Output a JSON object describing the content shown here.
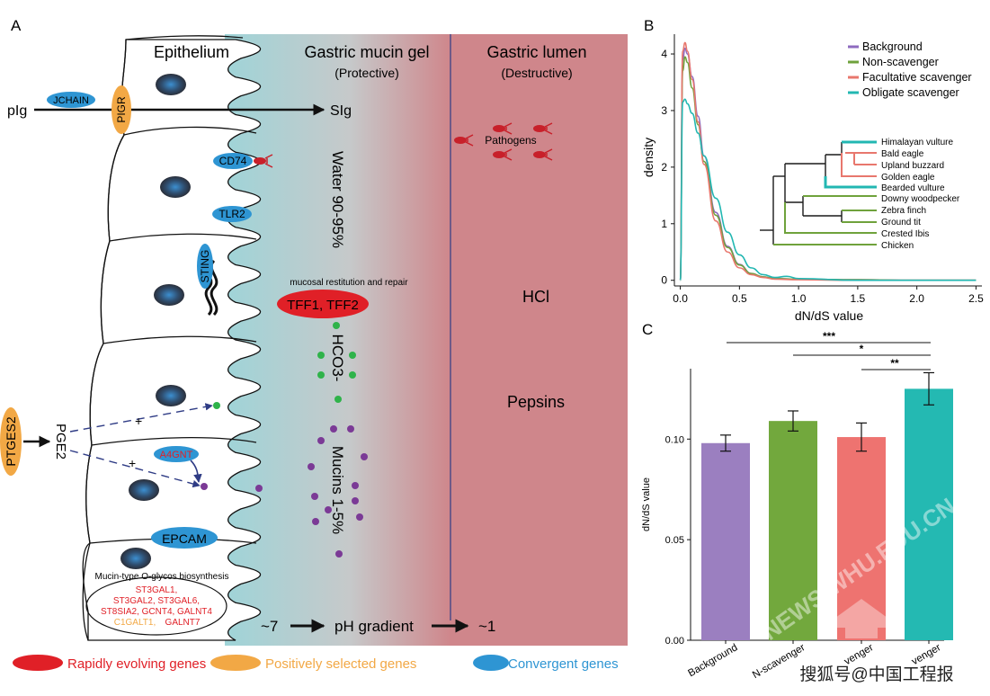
{
  "panelA": {
    "letter": "A",
    "headers": {
      "epithelium": "Epithelium",
      "mucin_title": "Gastric mucin gel",
      "mucin_sub": "(Protective)",
      "lumen_title": "Gastric lumen",
      "lumen_sub": "(Destructive)"
    },
    "genes": {
      "jchain": "JCHAIN",
      "pigr": "PIGR",
      "cd74": "CD74",
      "tlr2": "TLR2",
      "sting": "STING",
      "tff": "TFF1, TFF2",
      "ptges2": "PTGES2",
      "a4gnt": "A4GNT",
      "epcam": "EPCAM"
    },
    "labels": {
      "pig": "pIg",
      "sig": "SIg",
      "pathogens": "Pathogens",
      "water": "Water 90-95%",
      "restitution": "mucosal restitution and repair",
      "hco3": "HCO3-",
      "mucins": "Mucins 1-5%",
      "hcl": "HCl",
      "pepsins": "Pepsins",
      "pge2": "PGE2",
      "plus1": "+",
      "plus2": "+",
      "ph_left": "~7",
      "ph_mid": "pH gradient",
      "ph_right": "~1",
      "glycos_title": "Mucin-type O-glycos biosynthesis",
      "glycos_line1": "ST3GAL1,",
      "glycos_line2": "ST3GAL2, ST3GAL6,",
      "glycos_line3": "ST8SIA2, GCNT4, GALNT4",
      "glycos_line4_orange": "C1GALT1,",
      "glycos_line4_red": "GALNT7"
    },
    "legend": {
      "rapid": "Rapidly evolving genes",
      "positive": "Positively selected genes",
      "convergent": "Convergent genes"
    },
    "colors": {
      "rapid": "#e02027",
      "positive": "#f2a845",
      "convergent": "#2e95d3",
      "hco3_dot": "#2fb34a",
      "mucin_dot": "#7b3a96",
      "lumen": "#cf8489",
      "gel": "#a9d6da"
    }
  },
  "panelB": {
    "letter": "B",
    "ylabel": "density",
    "xlabel": "dN/dS value",
    "phylogeny": [
      "Himalayan vulture",
      "Bald eagle",
      "Upland buzzard",
      "Golden eagle",
      "Bearded vulture",
      "Downy woodpecker",
      "Zebra finch",
      "Ground tit",
      "Crested Ibis",
      "Chicken"
    ],
    "legend": [
      "Background",
      "Non-scavenger",
      "Facultative scavenger",
      "Obligate scavenger"
    ]
  },
  "panelC": {
    "letter": "C",
    "sig1": "***",
    "sig2": "*",
    "sig3": "**"
  },
  "watermark": {
    "text": "NEWS.WHU.EDU.CN",
    "source": "搜狐号@中国工程报"
  },
  "chart_data": [
    {
      "type": "line",
      "xlabel": "dN/dS value",
      "ylabel": "density",
      "xlim": [
        -0.05,
        2.55
      ],
      "ylim": [
        -0.1,
        4.35
      ],
      "xticks": [
        "0.0",
        "0.5",
        "1.0",
        "1.5",
        "2.0",
        "2.5"
      ],
      "yticks": [
        "0",
        "1",
        "2",
        "3",
        "4"
      ],
      "legend_position": "top-right",
      "series": [
        {
          "name": "Background",
          "color": "#8e6bbf",
          "x": [
            0,
            0.02,
            0.04,
            0.06,
            0.1,
            0.15,
            0.2,
            0.3,
            0.4,
            0.5,
            0.6,
            0.7,
            0.8,
            1.0,
            1.5,
            2.0,
            2.5
          ],
          "y": [
            0,
            3.9,
            4.1,
            4.0,
            3.6,
            2.9,
            2.2,
            1.2,
            0.6,
            0.28,
            0.12,
            0.06,
            0.03,
            0.02,
            0.01,
            0.0,
            0.0
          ]
        },
        {
          "name": "Non-scavenger",
          "color": "#6fa23c",
          "x": [
            0,
            0.02,
            0.04,
            0.06,
            0.1,
            0.15,
            0.2,
            0.3,
            0.4,
            0.5,
            0.6,
            0.7,
            0.8,
            1.0,
            1.5,
            2.0,
            2.5
          ],
          "y": [
            0,
            3.7,
            3.95,
            3.85,
            3.4,
            2.75,
            2.1,
            1.15,
            0.58,
            0.27,
            0.12,
            0.06,
            0.03,
            0.02,
            0.01,
            0.0,
            0.0
          ]
        },
        {
          "name": "Facultative scavenger",
          "color": "#e8776d",
          "x": [
            0,
            0.02,
            0.04,
            0.06,
            0.1,
            0.15,
            0.2,
            0.3,
            0.4,
            0.5,
            0.6,
            0.7,
            0.8,
            1.0,
            1.5,
            2.0,
            2.5
          ],
          "y": [
            0,
            4.05,
            4.2,
            4.05,
            3.55,
            2.8,
            2.05,
            1.05,
            0.5,
            0.22,
            0.1,
            0.05,
            0.02,
            0.01,
            0.0,
            0.0,
            0.0
          ]
        },
        {
          "name": "Obligate scavenger",
          "color": "#22b7b2",
          "x": [
            0,
            0.02,
            0.04,
            0.06,
            0.1,
            0.15,
            0.2,
            0.3,
            0.4,
            0.5,
            0.6,
            0.7,
            0.8,
            0.9,
            1.0,
            1.5,
            2.0,
            2.5
          ],
          "y": [
            0,
            3.15,
            3.2,
            3.12,
            2.95,
            2.6,
            2.2,
            1.45,
            0.85,
            0.45,
            0.22,
            0.1,
            0.05,
            0.07,
            0.03,
            0.0,
            0.0,
            0.0
          ]
        }
      ]
    },
    {
      "type": "bar",
      "ylabel": "dN/dS value",
      "ylim": [
        0,
        0.135
      ],
      "yticks": [
        "0.00",
        "0.05",
        "0.10"
      ],
      "categories": [
        "Background",
        "N-scavenger",
        "F-scavenger",
        "O-scavenger"
      ],
      "category_labels_shown": [
        "Background",
        "N-scavenger",
        "venger",
        "venger"
      ],
      "values": [
        0.098,
        0.109,
        0.101,
        0.125
      ],
      "errors": [
        0.004,
        0.005,
        0.007,
        0.008
      ],
      "colors": [
        "#9b7fc0",
        "#72a83d",
        "#ee7370",
        "#24b9b2"
      ]
    }
  ]
}
